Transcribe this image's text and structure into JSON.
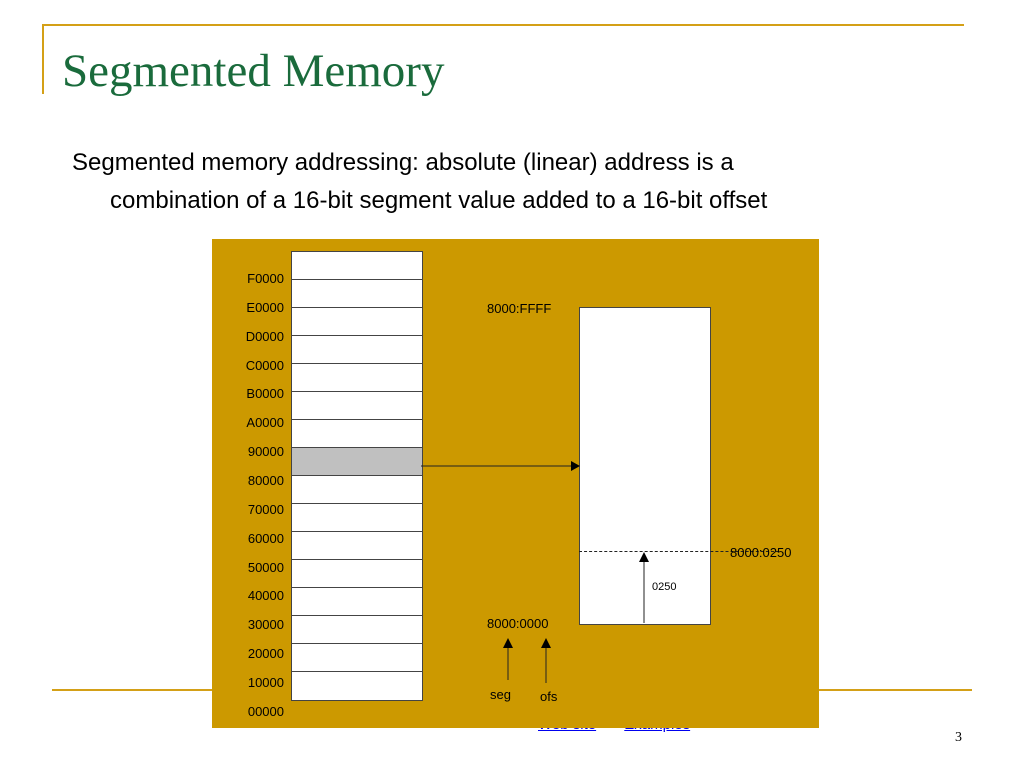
{
  "slide": {
    "title": "Segmented Memory",
    "bullet_line1": "Segmented memory addressing: absolute (linear) address is a",
    "bullet_line2": "combination of a 16-bit segment value added to a 16-bit offset",
    "page_number": "3",
    "footer_links": [
      "Web site",
      "Examples"
    ]
  },
  "diagram": {
    "memory_labels": [
      "F0000",
      "E0000",
      "D0000",
      "C0000",
      "B0000",
      "A0000",
      "90000",
      "80000",
      "70000",
      "60000",
      "50000",
      "40000",
      "30000",
      "20000",
      "10000",
      "00000"
    ],
    "highlighted_label": "80000",
    "segment_top_label": "8000:FFFF",
    "segment_bottom_label": "8000:0000",
    "offset_point_label": "8000:0250",
    "offset_value": "0250",
    "seg_label": "seg",
    "ofs_label": "ofs"
  },
  "colors": {
    "title": "#1a6b3c",
    "frame": "#d4a017",
    "panel": "#cc9900",
    "highlight": "#c0c0c0"
  }
}
